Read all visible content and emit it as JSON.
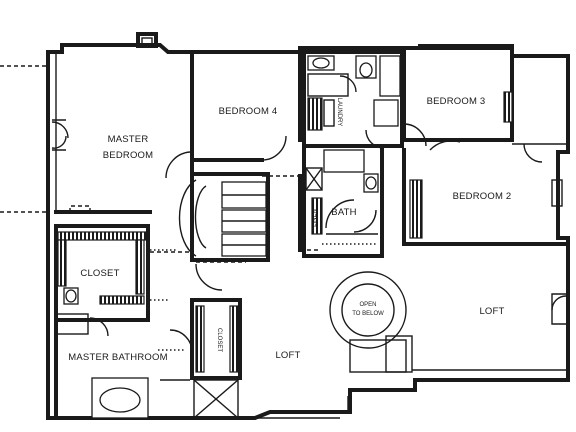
{
  "rooms": {
    "master_bedroom_line1": "MASTER",
    "master_bedroom_line2": "BEDROOM",
    "bedroom4": "BEDROOM 4",
    "bedroom3": "BEDROOM 3",
    "bedroom2": "BEDROOM 2",
    "bath": "BATH",
    "closet": "CLOSET",
    "closet_small": "CLOSET",
    "master_bathroom": "MASTER BATHROOM",
    "loft_center": "LOFT",
    "loft_right": "LOFT",
    "open_below_line1": "OPEN",
    "open_below_line2": "TO BELOW",
    "linen": "LINEN",
    "laundry": "LAUNDRY"
  }
}
